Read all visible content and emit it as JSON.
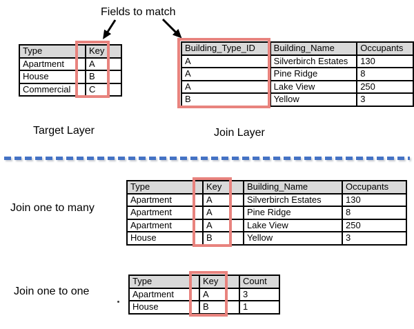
{
  "annotation": {
    "fields_to_match": "Fields to match"
  },
  "labels": {
    "target_layer": "Target Layer",
    "join_layer": "Join Layer",
    "join_one_to_many": "Join one to many",
    "join_one_to_one": "Join one to one"
  },
  "tables": {
    "target": {
      "headers": [
        "Type",
        "Key"
      ],
      "rows": [
        [
          "Apartment",
          "A"
        ],
        [
          "House",
          "B"
        ],
        [
          "Commercial",
          "C"
        ]
      ],
      "highlighted_column": "Key"
    },
    "join": {
      "headers": [
        "Building_Type_ID",
        "Building_Name",
        "Occupants"
      ],
      "rows": [
        [
          "A",
          "Silverbirch Estates",
          "130"
        ],
        [
          "A",
          "Pine Ridge",
          "8"
        ],
        [
          "A",
          "Lake View",
          "250"
        ],
        [
          "B",
          "Yellow",
          "3"
        ]
      ],
      "highlighted_column": "Building_Type_ID"
    },
    "one_to_many": {
      "headers": [
        "Type",
        "Key",
        "Building_Name",
        "Occupants"
      ],
      "rows": [
        [
          "Apartment",
          "A",
          "Silverbirch Estates",
          "130"
        ],
        [
          "Apartment",
          "A",
          "Pine Ridge",
          "8"
        ],
        [
          "Apartment",
          "A",
          "Lake View",
          "250"
        ],
        [
          "House",
          "B",
          "Yellow",
          "3"
        ]
      ],
      "highlighted_column": "Key"
    },
    "one_to_one": {
      "headers": [
        "Type",
        "Key",
        "Count"
      ],
      "rows": [
        [
          "Apartment",
          "A",
          "3"
        ],
        [
          "House",
          "B",
          "1"
        ]
      ],
      "highlighted_column": "Key"
    }
  },
  "colors": {
    "highlight_red": "#E8837E",
    "divider_blue": "#4472C4",
    "header_gray": "#D9D9D9",
    "arrow_black": "#000000"
  }
}
